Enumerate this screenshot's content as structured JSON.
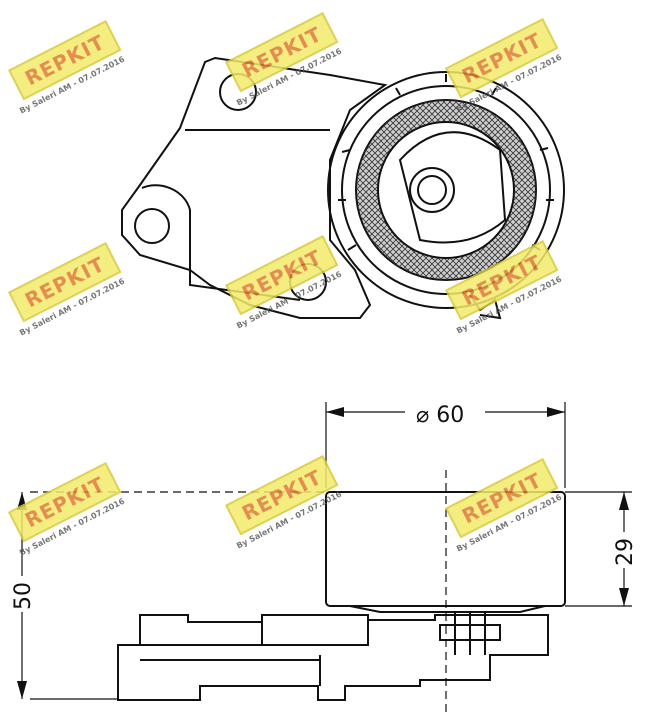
{
  "dimensions": {
    "diameter_label": "⌀ 60",
    "height_29_label": "29",
    "height_50_label": "50"
  },
  "watermark": {
    "brand": "REPKIT",
    "caption": "By Saleri AM - 07.07.2016"
  }
}
